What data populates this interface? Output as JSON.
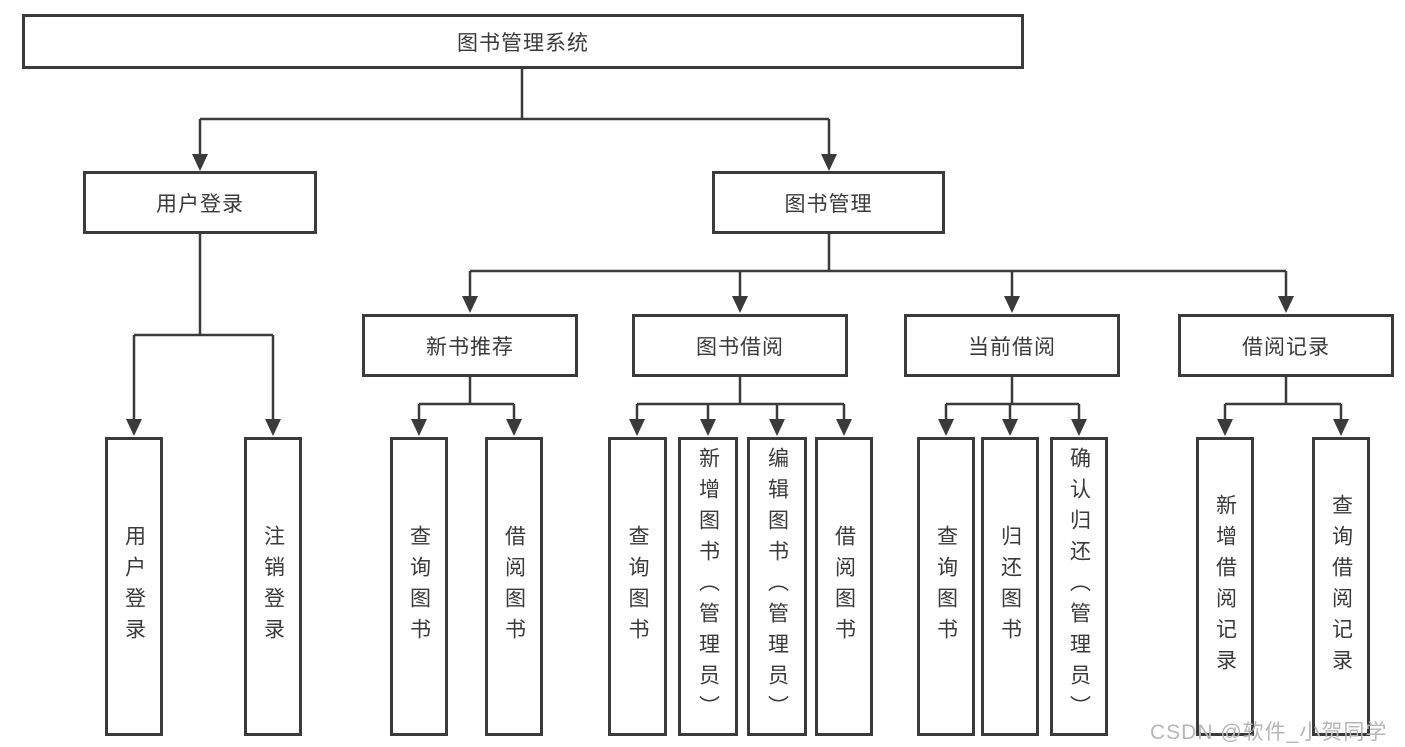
{
  "diagram": {
    "kind": "functional-structure-tree",
    "background": "#ffffff",
    "line_color": "#3a3a3a",
    "box_border_color": "#3a3a3a",
    "box_fill_color": "#ffffff",
    "text_color": "#3a3a3a",
    "watermark_color": "#b6b6b6"
  },
  "watermark": "CSDN @软件_小贺同学",
  "nodes": {
    "root": "图书管理系统",
    "level2": {
      "login": "用户登录",
      "manage": "图书管理"
    },
    "level3": {
      "recommend": "新书推荐",
      "borrow": "图书借阅",
      "current": "当前借阅",
      "records": "借阅记录"
    },
    "leaves": {
      "login_user": "用户登录",
      "login_logout": "注销登录",
      "recommend_query": "查询图书",
      "recommend_borrow": "借阅图书",
      "borrow_query": "查询图书",
      "borrow_add": "新增图书（管理员）",
      "borrow_edit": "编辑图书（管理员）",
      "borrow_borrow": "借阅图书",
      "current_query": "查询图书",
      "current_return": "归还图书",
      "current_confirm": "确认归还（管理员）",
      "records_add": "新增借阅记录",
      "records_query": "查询借阅记录"
    }
  }
}
